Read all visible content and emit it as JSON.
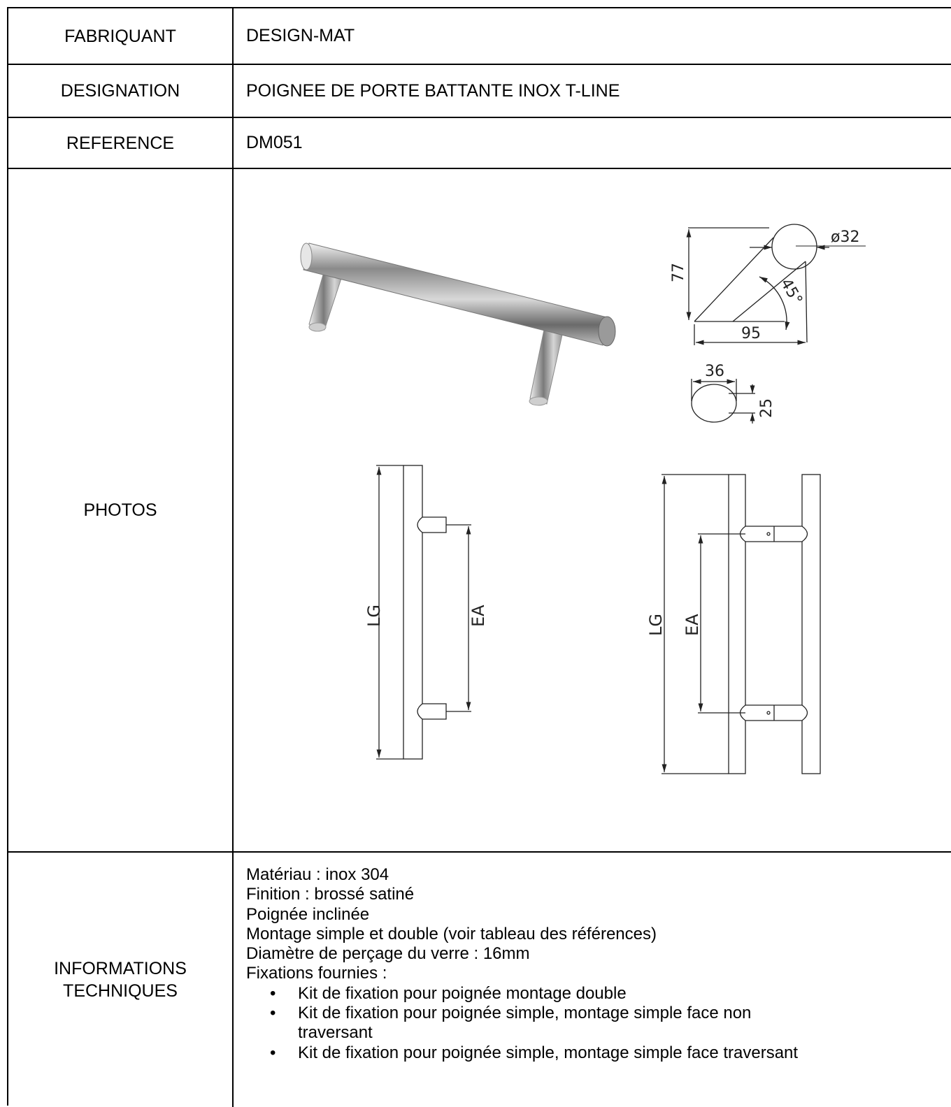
{
  "table": {
    "fabriquant": {
      "label": "FABRIQUANT",
      "value": "DESIGN-MAT"
    },
    "designation": {
      "label": "DESIGNATION",
      "value": "POIGNEE DE PORTE BATTANTE INOX T-LINE"
    },
    "reference": {
      "label": "REFERENCE",
      "value": "DM051"
    },
    "photos": {
      "label": "PHOTOS"
    },
    "informations": {
      "label_line1": "INFORMATIONS",
      "label_line2": "TECHNIQUES",
      "lines": [
        "Matériau : inox 304",
        "Finition : brossé satiné",
        "Poignée inclinée",
        "Montage simple et double (voir tableau des références)",
        "Diamètre de perçage du verre : 16mm",
        "Fixations fournies :"
      ],
      "bullets": [
        "Kit de fixation pour poignée montage double",
        "Kit de fixation pour poignée simple, montage simple face non traversant",
        "Kit de fixation pour poignée simple, montage simple face traversant"
      ]
    }
  },
  "drawing": {
    "diameter": "ø32",
    "height": "77",
    "angle": "45°",
    "depth": "95",
    "oval_width": "36",
    "oval_height": "25",
    "length_label": "LG",
    "spacing_label": "EA"
  }
}
